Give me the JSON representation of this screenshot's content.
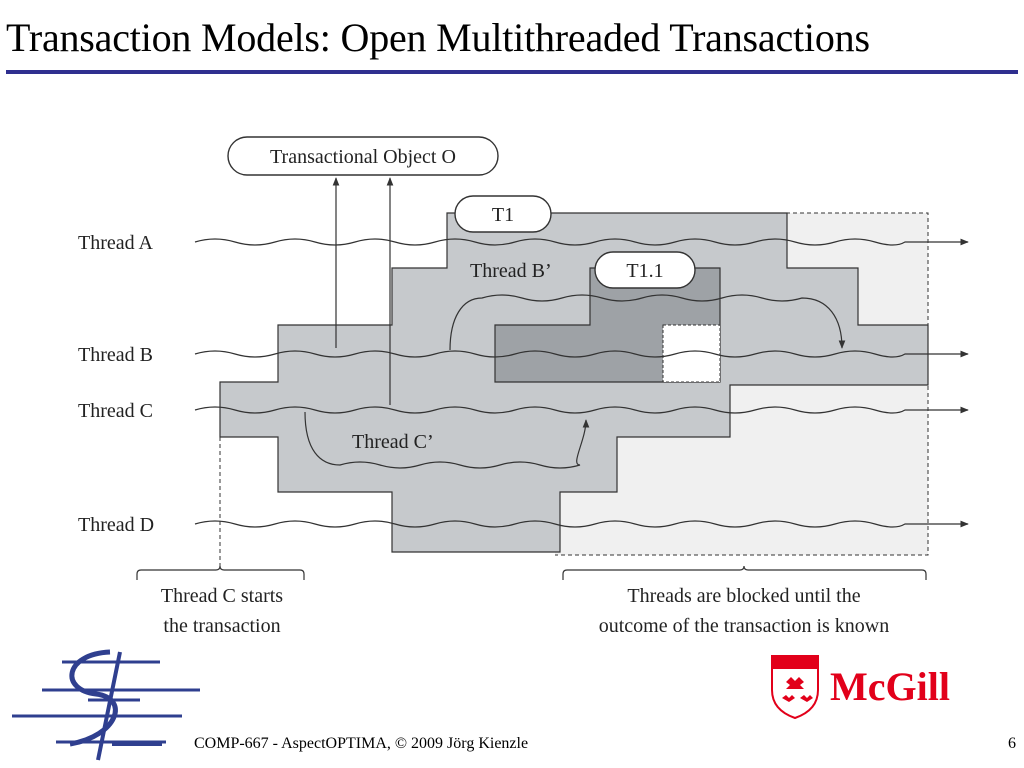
{
  "slide": {
    "title": "Transaction Models: Open Multithreaded Transactions",
    "footer_text": "COMP-667 - AspectOPTIMA, © 2009 Jörg Kienzle",
    "page_number": "6"
  },
  "diagram": {
    "object_label": "Transactional Object O",
    "transaction_label": "T1",
    "nested_transaction_label": "T1.1",
    "thread_labels": [
      "Thread A",
      "Thread B",
      "Thread C",
      "Thread D"
    ],
    "forked_thread_b": "Thread B’",
    "forked_thread_c": "Thread C’",
    "note_left": [
      "Thread C starts",
      "the transaction"
    ],
    "note_right": [
      "Threads are blocked until the",
      "outcome of the transaction is known"
    ]
  },
  "logo": {
    "brand": "McGill",
    "brand_color": "#e2001a",
    "sel_logo_icon": "sel-logo-icon",
    "shield_icon": "mcgill-shield-icon"
  }
}
